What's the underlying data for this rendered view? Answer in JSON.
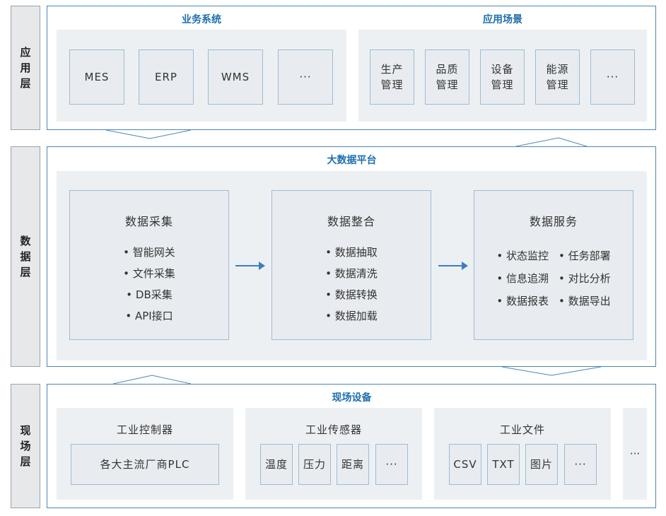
{
  "layers": {
    "app": "应用层",
    "data": "数据层",
    "field": "现场层"
  },
  "application": {
    "business_title": "业务系统",
    "business_items": [
      "MES",
      "ERP",
      "WMS",
      "···"
    ],
    "scenario_title": "应用场景",
    "scenario_items": [
      "生产管理",
      "品质管理",
      "设备管理",
      "能源管理",
      "···"
    ]
  },
  "platform": {
    "title": "大数据平台",
    "collect": {
      "title": "数据采集",
      "items": [
        "智能网关",
        "文件采集",
        "DB采集",
        "API接口"
      ]
    },
    "integrate": {
      "title": "数据整合",
      "items": [
        "数据抽取",
        "数据清洗",
        "数据转换",
        "数据加载"
      ]
    },
    "service": {
      "title": "数据服务",
      "items": [
        "状态监控",
        "任务部署",
        "信息追溯",
        "对比分析",
        "数据报表",
        "数据导出"
      ]
    }
  },
  "field": {
    "title": "现场设备",
    "controller": {
      "title": "工业控制器",
      "item": "各大主流厂商PLC"
    },
    "sensor": {
      "title": "工业传感器",
      "items": [
        "温度",
        "压力",
        "距离",
        "···"
      ]
    },
    "file": {
      "title": "工业文件",
      "items": [
        "CSV",
        "TXT",
        "图片",
        "···"
      ]
    },
    "more": "···"
  },
  "colors": {
    "accent": "#1e6fae",
    "frame": "#4a86b8",
    "card_border": "#9dbbd4",
    "panel": "#edf0f3",
    "label_bg": "#e6e8ea"
  }
}
